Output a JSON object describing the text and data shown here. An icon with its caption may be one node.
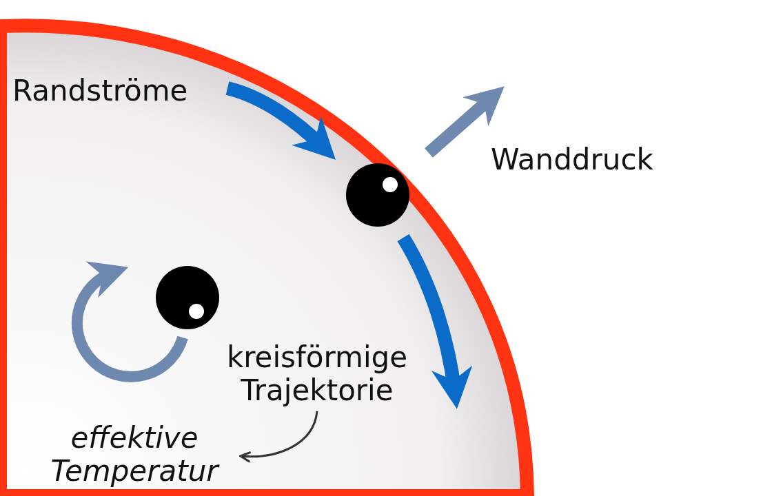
{
  "diagram": {
    "nodes": [
      {
        "text": [
          "kreisförmige Trajektorie"
        ]
      },
      {
        "text": [
          "effektive Temperatur"
        ]
      }
    ],
    "edges": [
      {
        "from": 0,
        "to": 1,
        "arrow": "to"
      }
    ],
    "labels": [
      "Randströme",
      "Wanddruck"
    ]
  }
}
